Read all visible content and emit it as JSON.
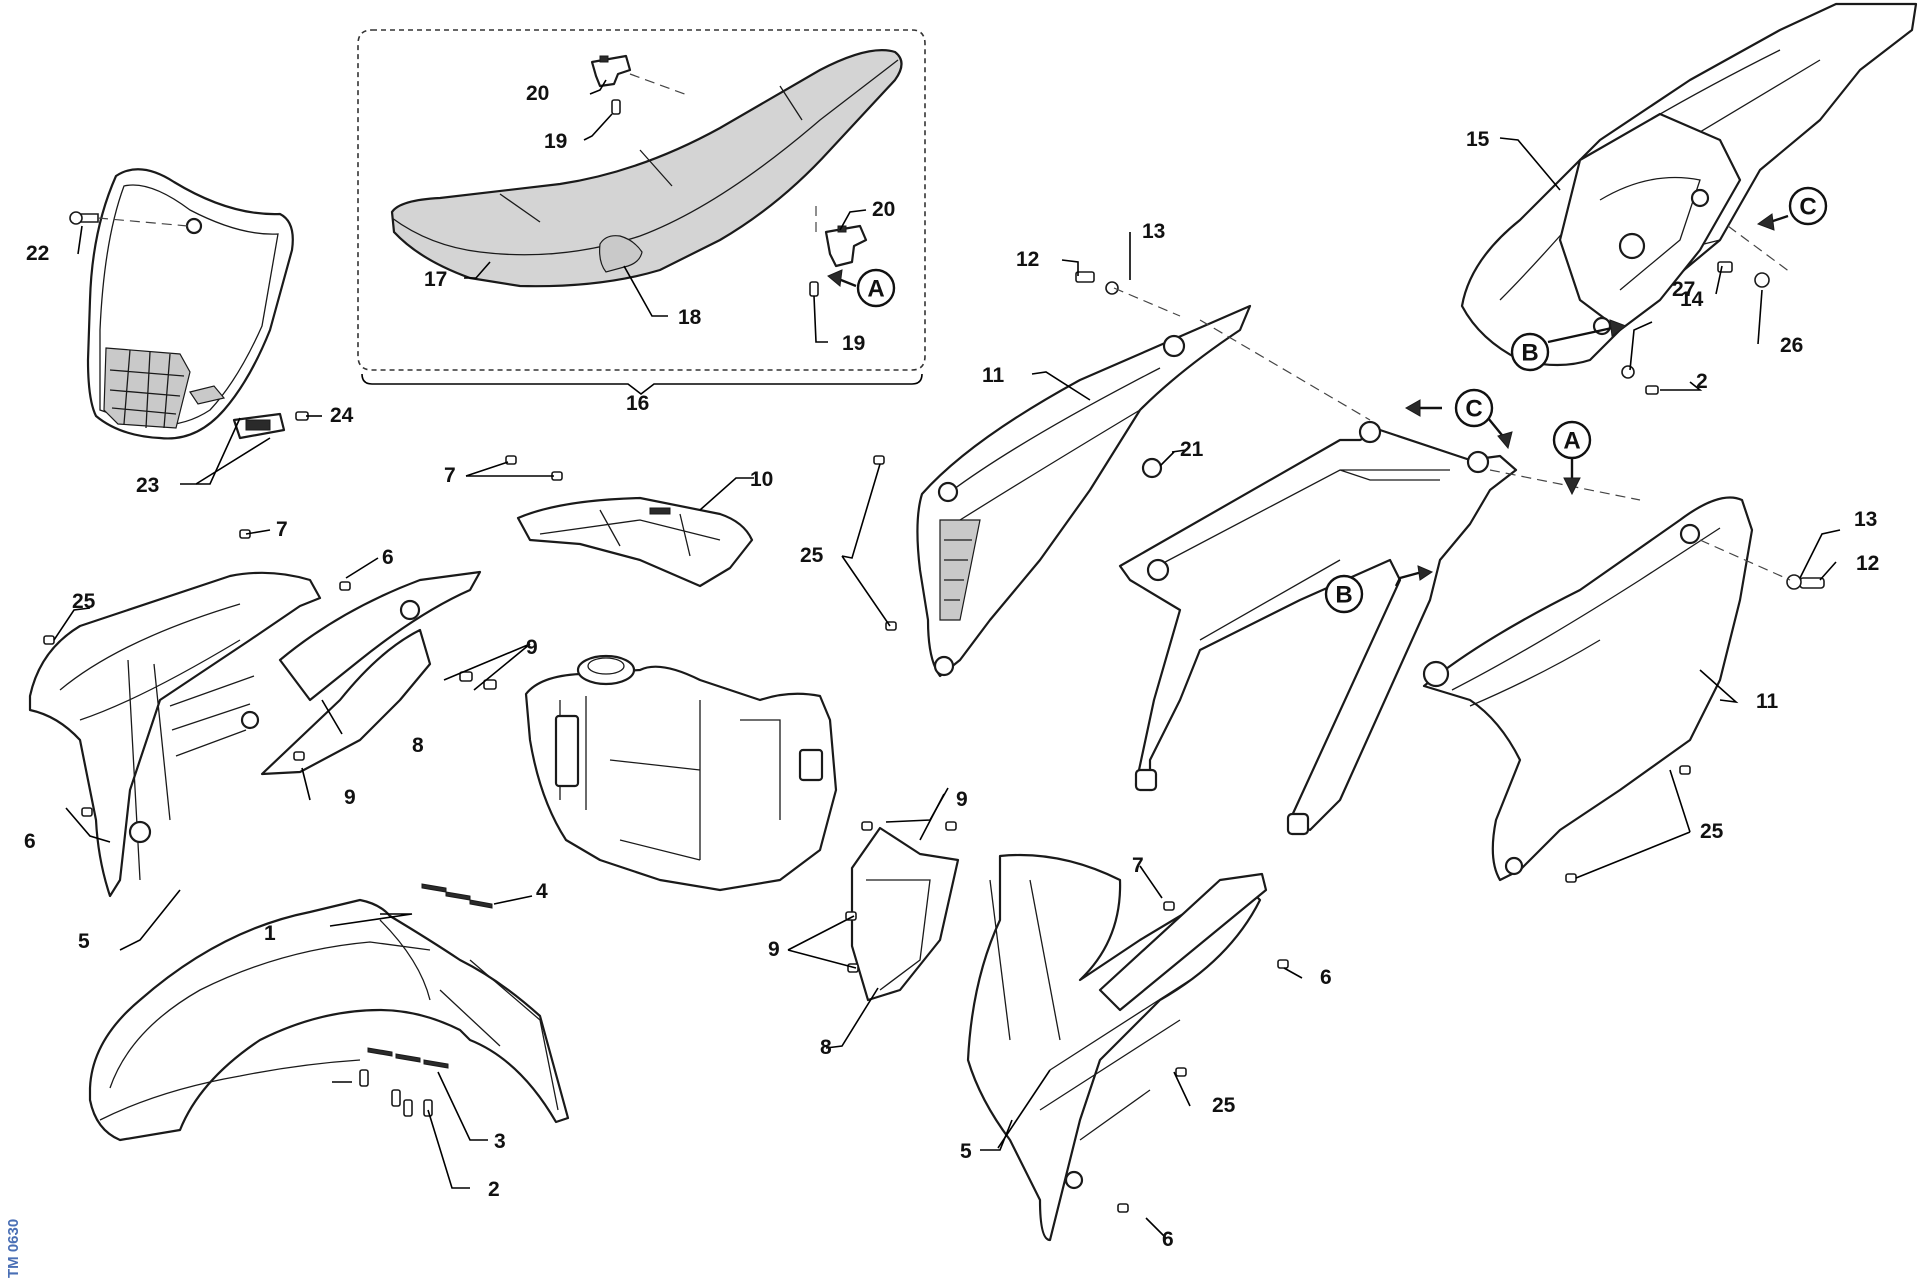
{
  "reference_code": "TM 0630",
  "callouts": [
    {
      "id": "c1",
      "text": "1"
    },
    {
      "id": "c2a",
      "text": "2"
    },
    {
      "id": "c2b",
      "text": "2"
    },
    {
      "id": "c3",
      "text": "3"
    },
    {
      "id": "c4",
      "text": "4"
    },
    {
      "id": "c5a",
      "text": "5"
    },
    {
      "id": "c5b",
      "text": "5"
    },
    {
      "id": "c6a",
      "text": "6"
    },
    {
      "id": "c6b",
      "text": "6"
    },
    {
      "id": "c6c",
      "text": "6"
    },
    {
      "id": "c6d",
      "text": "6"
    },
    {
      "id": "c7a",
      "text": "7"
    },
    {
      "id": "c7b",
      "text": "7"
    },
    {
      "id": "c7c",
      "text": "7"
    },
    {
      "id": "c8a",
      "text": "8"
    },
    {
      "id": "c8b",
      "text": "8"
    },
    {
      "id": "c9a",
      "text": "9"
    },
    {
      "id": "c9b",
      "text": "9"
    },
    {
      "id": "c9c",
      "text": "9"
    },
    {
      "id": "c9d",
      "text": "9"
    },
    {
      "id": "c10",
      "text": "10"
    },
    {
      "id": "c11a",
      "text": "11"
    },
    {
      "id": "c11b",
      "text": "11"
    },
    {
      "id": "c12a",
      "text": "12"
    },
    {
      "id": "c12b",
      "text": "12"
    },
    {
      "id": "c13a",
      "text": "13"
    },
    {
      "id": "c13b",
      "text": "13"
    },
    {
      "id": "c14",
      "text": "14"
    },
    {
      "id": "c15",
      "text": "15"
    },
    {
      "id": "c16",
      "text": "16"
    },
    {
      "id": "c17",
      "text": "17"
    },
    {
      "id": "c18",
      "text": "18"
    },
    {
      "id": "c19a",
      "text": "19"
    },
    {
      "id": "c19b",
      "text": "19"
    },
    {
      "id": "c20a",
      "text": "20"
    },
    {
      "id": "c20b",
      "text": "20"
    },
    {
      "id": "c21",
      "text": "21"
    },
    {
      "id": "c22",
      "text": "22"
    },
    {
      "id": "c23",
      "text": "23"
    },
    {
      "id": "c24",
      "text": "24"
    },
    {
      "id": "c25a",
      "text": "25"
    },
    {
      "id": "c25b",
      "text": "25"
    },
    {
      "id": "c25c",
      "text": "25"
    },
    {
      "id": "c25d",
      "text": "25"
    },
    {
      "id": "c26",
      "text": "26"
    },
    {
      "id": "c27",
      "text": "27"
    }
  ],
  "reference_markers": {
    "a1": "A",
    "a2": "A",
    "b1": "B",
    "b2": "B",
    "cc1": "C",
    "cc2": "C"
  }
}
